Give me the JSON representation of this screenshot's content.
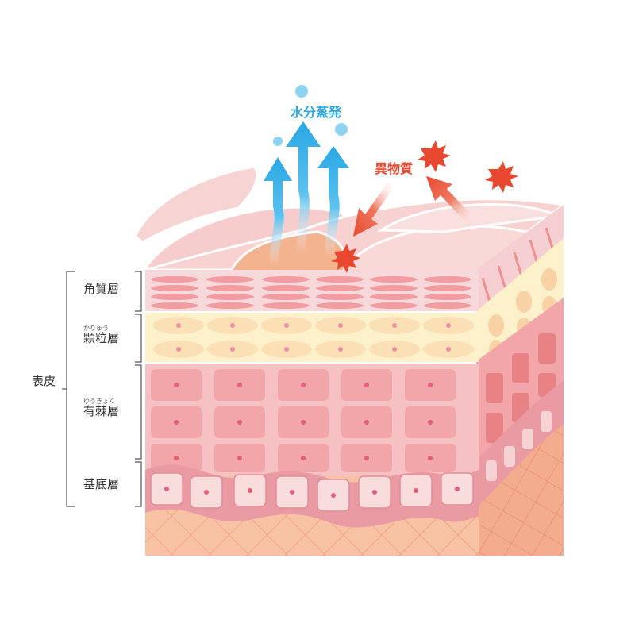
{
  "labels": {
    "epidermis": "表皮",
    "layers": [
      {
        "name": "角質層",
        "ruby": ""
      },
      {
        "name": "顆粒層",
        "ruby": "かりゅう"
      },
      {
        "name": "有棘層",
        "ruby": "ゆうきょく"
      },
      {
        "name": "基底層",
        "ruby": ""
      }
    ],
    "water_evaporation": "水分蒸発",
    "foreign_substances": "異物質"
  },
  "colors": {
    "water": "#2aa7e4",
    "foreign": "#e8482f",
    "stratum_corneum": "#f6cfd2",
    "granular": "#fdf1cc",
    "spinous": "#f3a6a9",
    "basal": "#e99aa2",
    "dermis": "#f8c3a5"
  },
  "icons": [
    "water-droplet-icon",
    "foreign-substance-burst-icon",
    "up-arrow-icon"
  ]
}
